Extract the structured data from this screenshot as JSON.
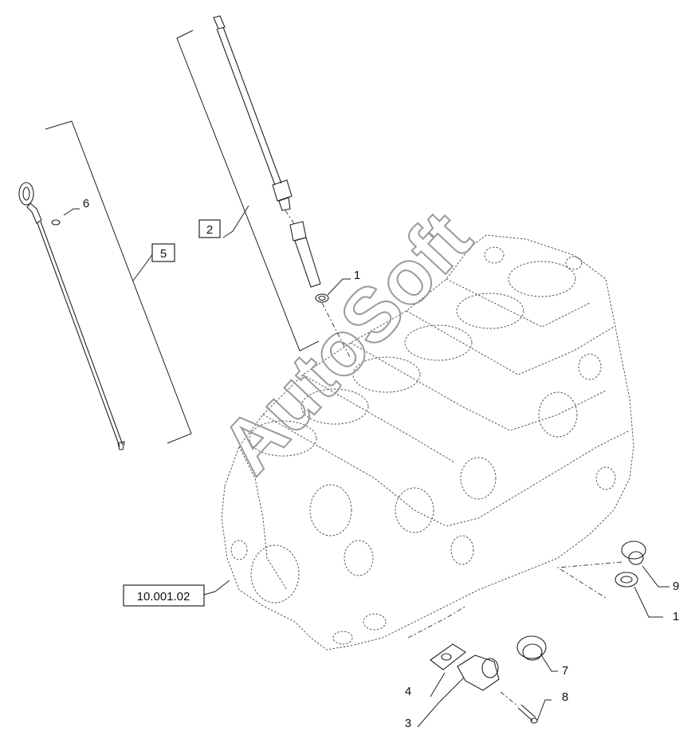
{
  "watermark": "AutoSoft",
  "reference_label": "10.001.02",
  "callouts": {
    "c1_top": "1",
    "c2": "2",
    "c5": "5",
    "c6": "6",
    "c9": "9",
    "c1_right": "1",
    "c7": "7",
    "c4": "4",
    "c8": "8",
    "c3": "3"
  }
}
